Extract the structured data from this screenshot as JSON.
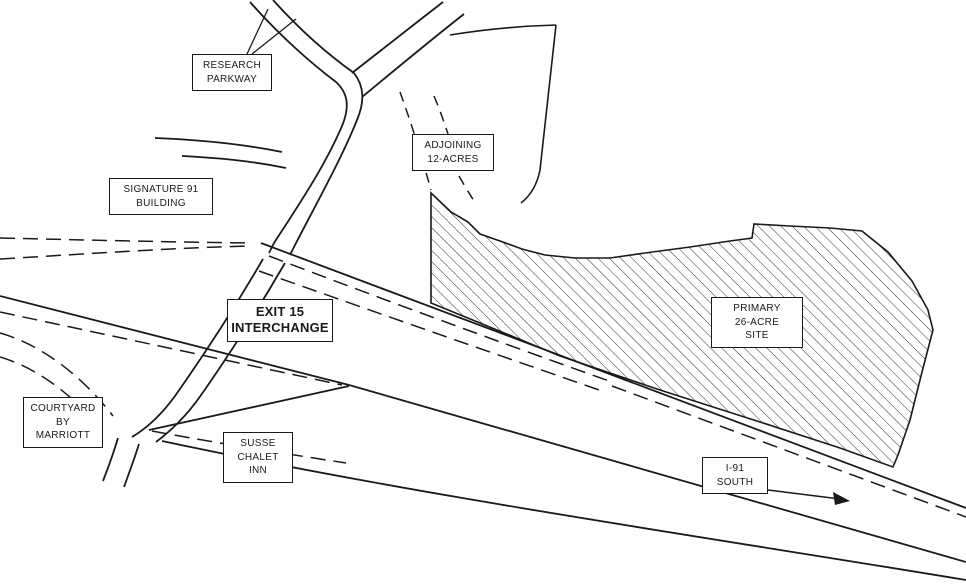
{
  "colors": {
    "ink": "#1a1a1a",
    "paper": "#ffffff"
  },
  "labels": {
    "research_parkway": "RESEARCH\nPARKWAY",
    "signature_91_building": "SIGNATURE 91\nBUILDING",
    "adjoining_12_acres": "ADJOINING\n12-ACRES",
    "exit_15_interchange": "EXIT 15\nINTERCHANGE",
    "courtyard_by_marriott": "COURTYARD\nBY\nMARRIOTT",
    "susse_chalet_inn": "SUSSE\nCHALET\nINN",
    "primary_26_acre_site": "PRIMARY\n26-ACRE\nSITE",
    "i91_south": "I-91\nSOUTH"
  },
  "icons": {
    "i91_south_arrow": "direction-arrow-southeast",
    "research_parkway_leaders": "leader-lines",
    "site_hatching": "diagonal-hatch-fill"
  }
}
